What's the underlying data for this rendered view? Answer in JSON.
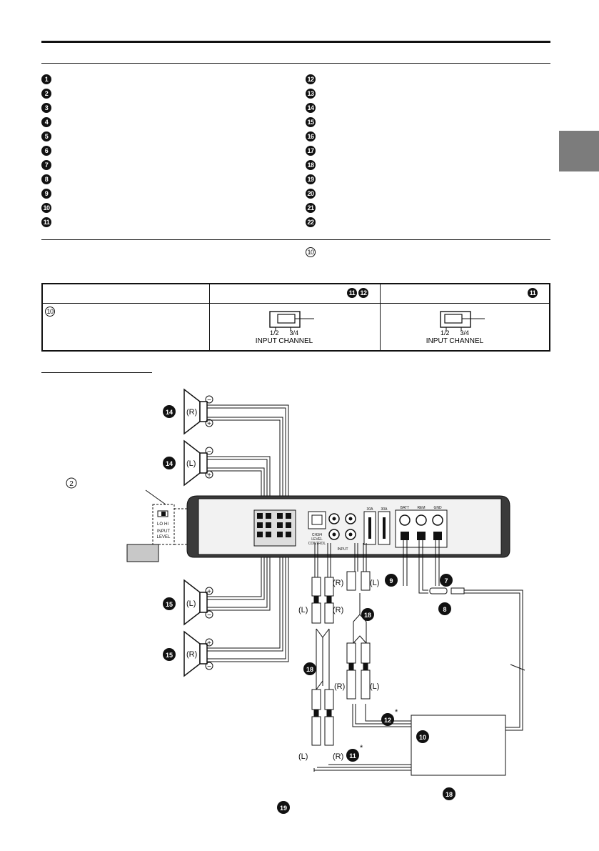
{
  "left_list": [
    "1",
    "2",
    "3",
    "4",
    "5",
    "6",
    "7",
    "8",
    "9",
    "10",
    "11"
  ],
  "right_list": [
    "12",
    "13",
    "14",
    "15",
    "16",
    "17",
    "18",
    "19",
    "20",
    "21",
    "22"
  ],
  "note_ref": "10",
  "table": {
    "col2_refs": [
      "11",
      "12"
    ],
    "col3_refs": [
      "11"
    ],
    "row_ref": "10",
    "switch_positions": "1/2      3/4",
    "switch_label": "INPUT CHANNEL"
  },
  "diagram": {
    "ref_2": "2",
    "input_level": {
      "lo": "LO",
      "hi": "HI",
      "label1": "INPUT",
      "label2": "LEVEL"
    },
    "speakers": [
      {
        "ref": "14",
        "side": "(R)"
      },
      {
        "ref": "14",
        "side": "(L)"
      },
      {
        "ref": "15",
        "side": "(L)"
      },
      {
        "ref": "15",
        "side": "(R)"
      }
    ],
    "minus": "−",
    "plus": "+",
    "amp_labels": {
      "ch34": "CH3/4",
      "level": "LEVEL",
      "control": "CONTROL",
      "input": "INPUT",
      "batt": "BATT",
      "rem": "REM",
      "gnd": "GND",
      "fuse1": "30A",
      "fuse2": "30A"
    },
    "refs": {
      "r9": "9",
      "r7": "7",
      "r8": "8",
      "r18a": "18",
      "r18b": "18",
      "r12": "12",
      "r11": "11",
      "r10": "10"
    },
    "rca_left": "(L)",
    "rca_right": "(R)",
    "asterisk": "*",
    "bottom_refs": [
      "18",
      "19"
    ]
  }
}
